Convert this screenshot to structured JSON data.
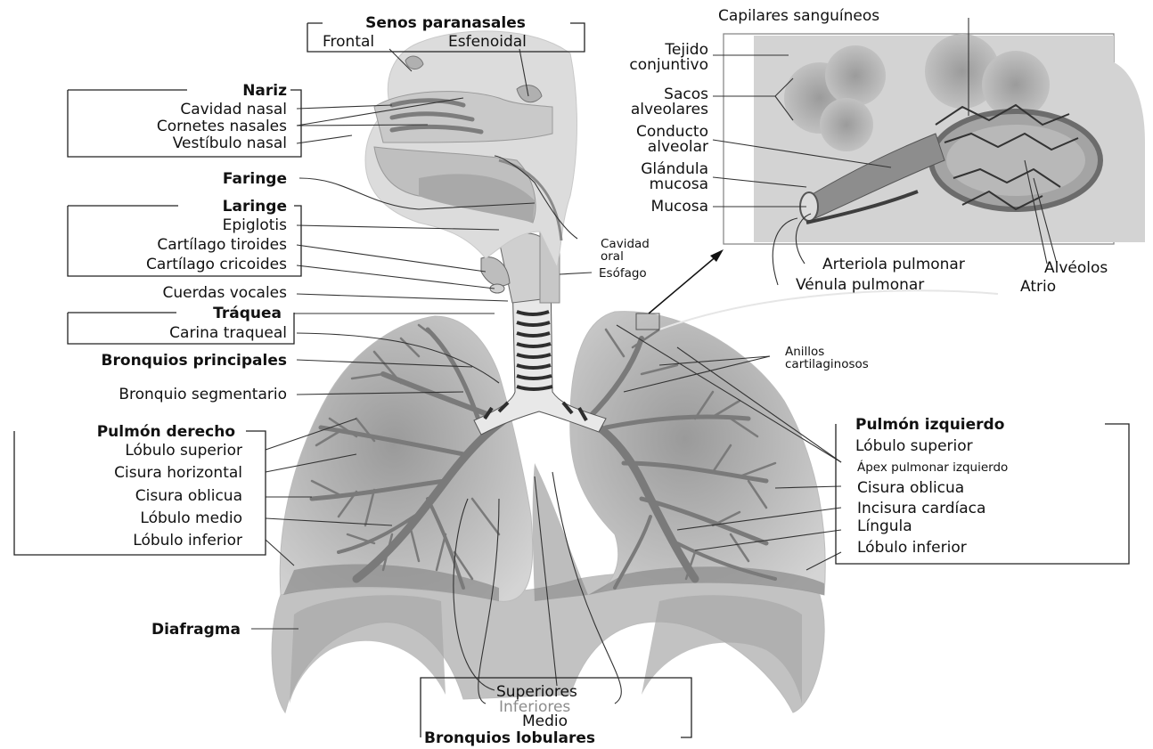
{
  "labels": {
    "senos_title": "Senos paranasales",
    "frontal": "Frontal",
    "esfenoidal": "Esfenoidal",
    "nariz_title": "Nariz",
    "cavidad_nasal": "Cavidad nasal",
    "cornetes_nasales": "Cornetes nasales",
    "vestibulo_nasal": "Vestíbulo nasal",
    "faringe": "Faringe",
    "laringe_title": "Laringe",
    "epiglotis": "Epiglotis",
    "cartilago_tiroides": "Cartílago tiroides",
    "cartilago_cricoides": "Cartílago cricoides",
    "cuerdas_vocales": "Cuerdas vocales",
    "traquea_title": "Tráquea",
    "carina_traqueal": "Carina traqueal",
    "bronquios_principales": "Bronquios principales",
    "bronquio_segmentario": "Bronquio segmentario",
    "pulmon_derecho_title": "Pulmón derecho",
    "rd_lobulo_superior": "Lóbulo superior",
    "rd_cisura_horizontal": "Cisura horizontal",
    "rd_cisura_oblicua": "Cisura oblicua",
    "rd_lobulo_medio": "Lóbulo medio",
    "rd_lobulo_inferior": "Lóbulo inferior",
    "diafragma": "Diafragma",
    "cavidad_oral_1": "Cavidad",
    "cavidad_oral_2": "oral",
    "esofago": "Esófago",
    "anillos_1": "Anillos",
    "anillos_2": "cartilaginosos",
    "pulmon_izquierdo_title": "Pulmón izquierdo",
    "li_lobulo_superior": "Lóbulo superior",
    "apex": "Ápex pulmonar izquierdo",
    "li_cisura_oblicua": "Cisura oblicua",
    "incisura_cardiaca": "Incisura cardíaca",
    "lingula": "Língula",
    "li_lobulo_inferior": "Lóbulo inferior",
    "capilares": "Capilares sanguíneos",
    "tejido_1": "Tejido",
    "tejido_2": "conjuntivo",
    "sacos_1": "Sacos",
    "sacos_2": "alveolares",
    "conducto_1": "Conducto",
    "conducto_2": "alveolar",
    "glandula_1": "Glándula",
    "glandula_2": "mucosa",
    "mucosa": "Mucosa",
    "arteriola": "Arteriola pulmonar",
    "alveolos": "Alvéolos",
    "venula": "Vénula pulmonar",
    "atrio": "Atrio",
    "superiores": "Superiores",
    "inferiores": "Inferiores",
    "medio": "Medio",
    "bronquios_lobulares": "Bronquios lobulares"
  }
}
